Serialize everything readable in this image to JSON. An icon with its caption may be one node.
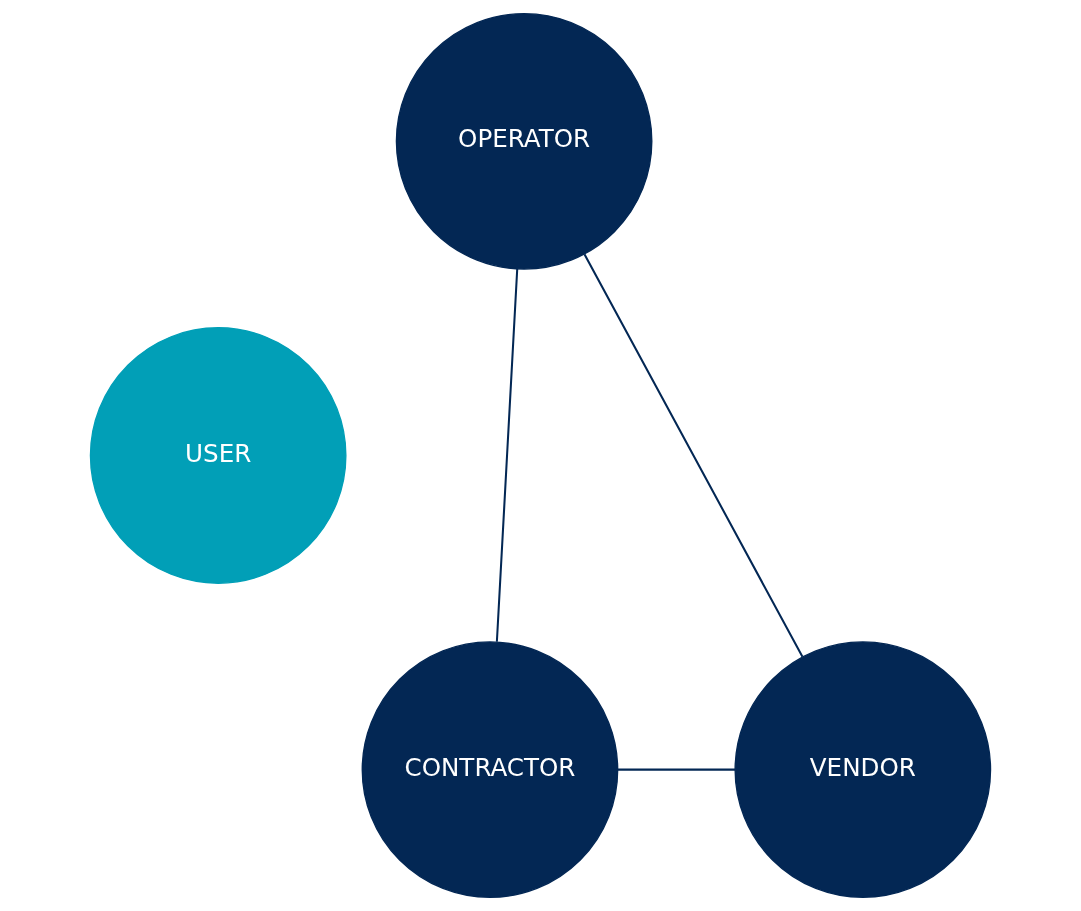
{
  "diagram": {
    "nodes": [
      {
        "text": [
          "OPERATOR"
        ]
      },
      {
        "text": [
          "USER"
        ]
      },
      {
        "text": [
          "CONTRACTOR"
        ]
      },
      {
        "text": [
          "VENDOR"
        ]
      }
    ],
    "edges": [
      {
        "from": 0,
        "to": 2,
        "arrow": "none"
      },
      {
        "from": 0,
        "to": 3,
        "arrow": "none"
      },
      {
        "from": 2,
        "to": 3,
        "arrow": "none"
      }
    ]
  }
}
